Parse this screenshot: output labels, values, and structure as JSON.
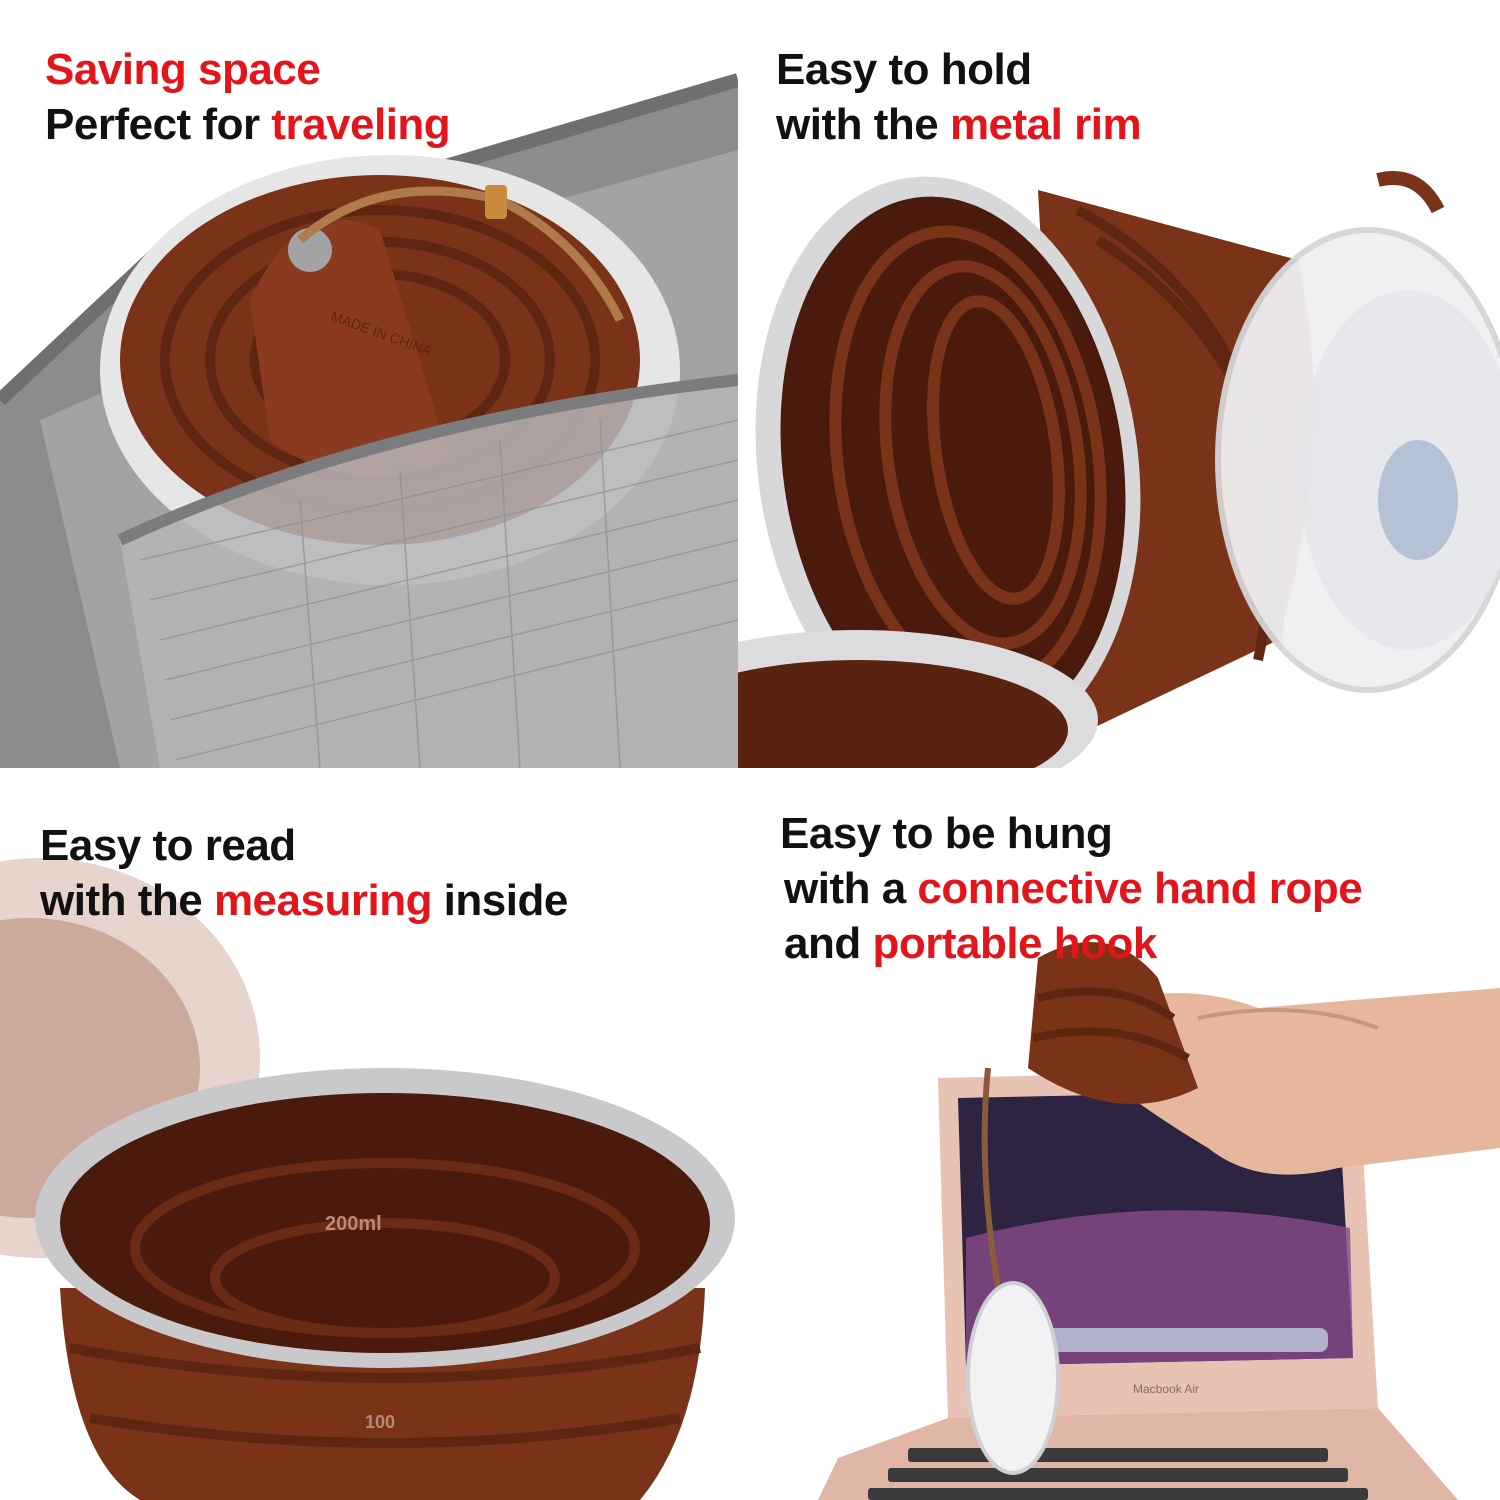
{
  "panel_tl": {
    "line1": "Saving space",
    "line2_pre": "Perfect for ",
    "line2_accent": "traveling",
    "mark_text": "MADE IN CHINA"
  },
  "panel_tr": {
    "line1": "Easy to hold",
    "line2_pre": "with the ",
    "line2_accent": "metal rim"
  },
  "panel_bl": {
    "line1": "Easy to read",
    "line2_pre": "with the ",
    "line2_accent": "measuring",
    "line2_post": " inside",
    "mark_200": "200ml",
    "mark_100": "100"
  },
  "panel_br": {
    "line1": "Easy to be hung",
    "line2_pre": "with a ",
    "line2_accent": "connective hand rope",
    "line3_pre": "and ",
    "line3_accent": "portable hook",
    "laptop_label": "Macbook Air"
  },
  "colors": {
    "accent": "#e3151a",
    "text": "#111111",
    "silicone": "#7a3218",
    "bag_gray": "#9a9a9c",
    "laptop_rose": "#e8c3b4"
  }
}
